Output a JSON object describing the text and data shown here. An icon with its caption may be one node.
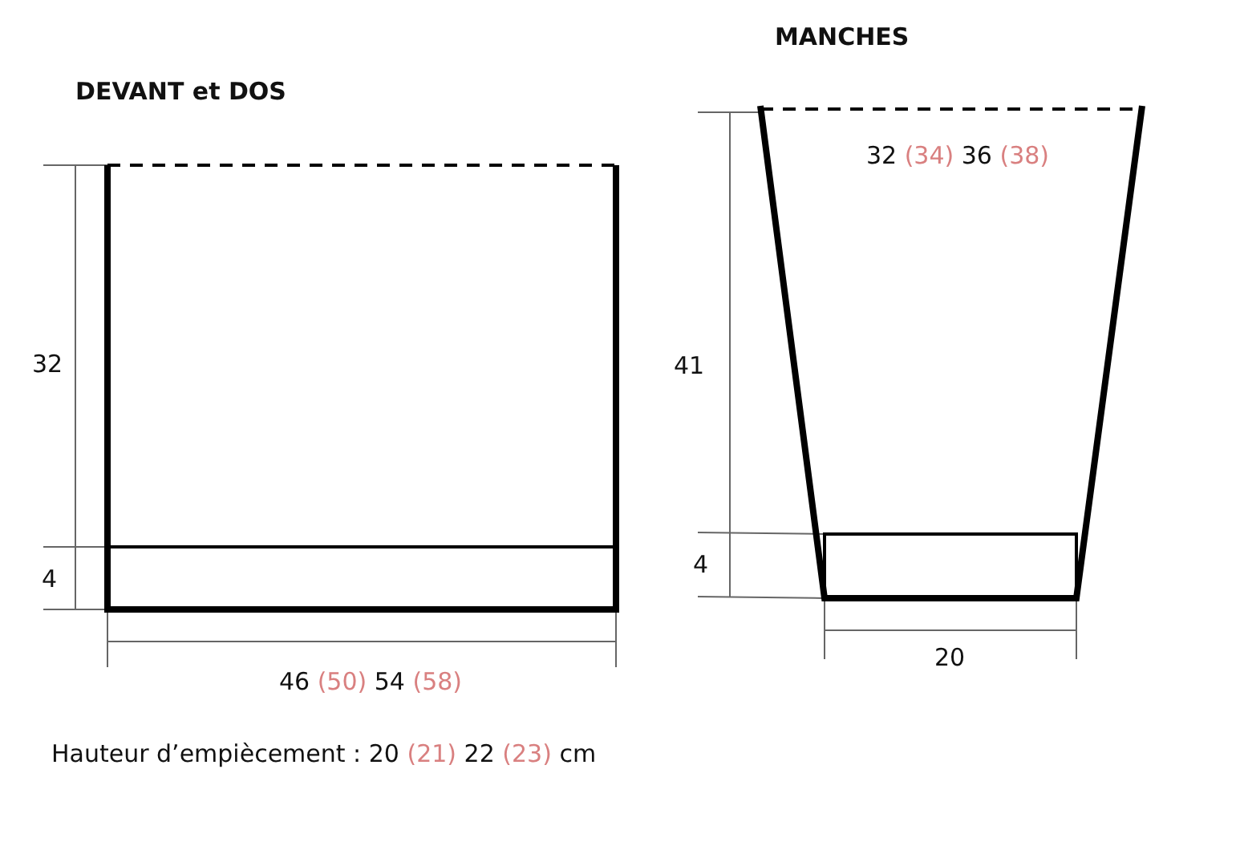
{
  "diagram": {
    "nodes": [
      {
        "text": [
          "DEVANT et DOS"
        ]
      },
      {
        "text": [],
        "shape": "box",
        "in": 0
      },
      {
        "text": [
          "MANCHES",
          "32 (34) 36 (38)"
        ]
      },
      {
        "text": [],
        "shape": "box",
        "in": 2
      }
    ],
    "labels": [
      "32",
      "4",
      "46 (50) 54 (58)",
      "41",
      "4",
      "20",
      "Hauteur d’empiècement : 20 (21) 22 (23) cm"
    ]
  }
}
